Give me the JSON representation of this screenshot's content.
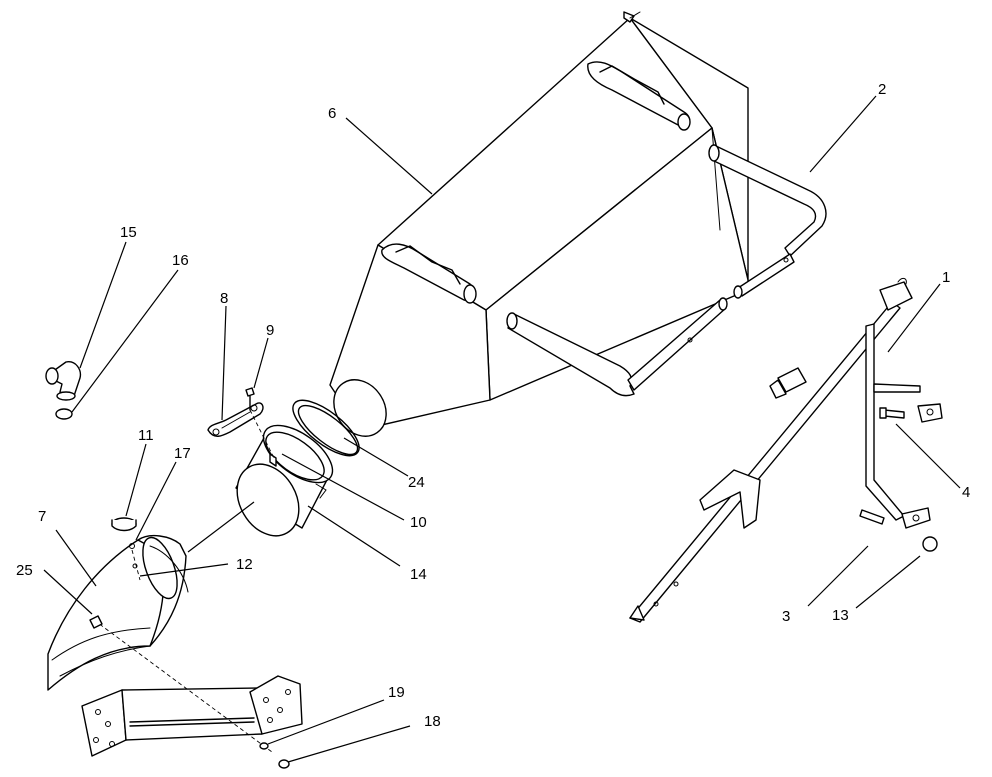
{
  "callouts": {
    "c1": "1",
    "c2": "2",
    "c3": "3",
    "c4": "4",
    "c6": "6",
    "c7": "7",
    "c8": "8",
    "c9": "9",
    "c10": "10",
    "c11": "11",
    "c12": "12",
    "c13": "13",
    "c14": "14",
    "c15": "15",
    "c16": "16",
    "c17": "17",
    "c18": "18",
    "c19": "19",
    "c24": "24",
    "c25": "25"
  },
  "colors": {
    "ink": "#000000",
    "paper": "#ffffff"
  }
}
